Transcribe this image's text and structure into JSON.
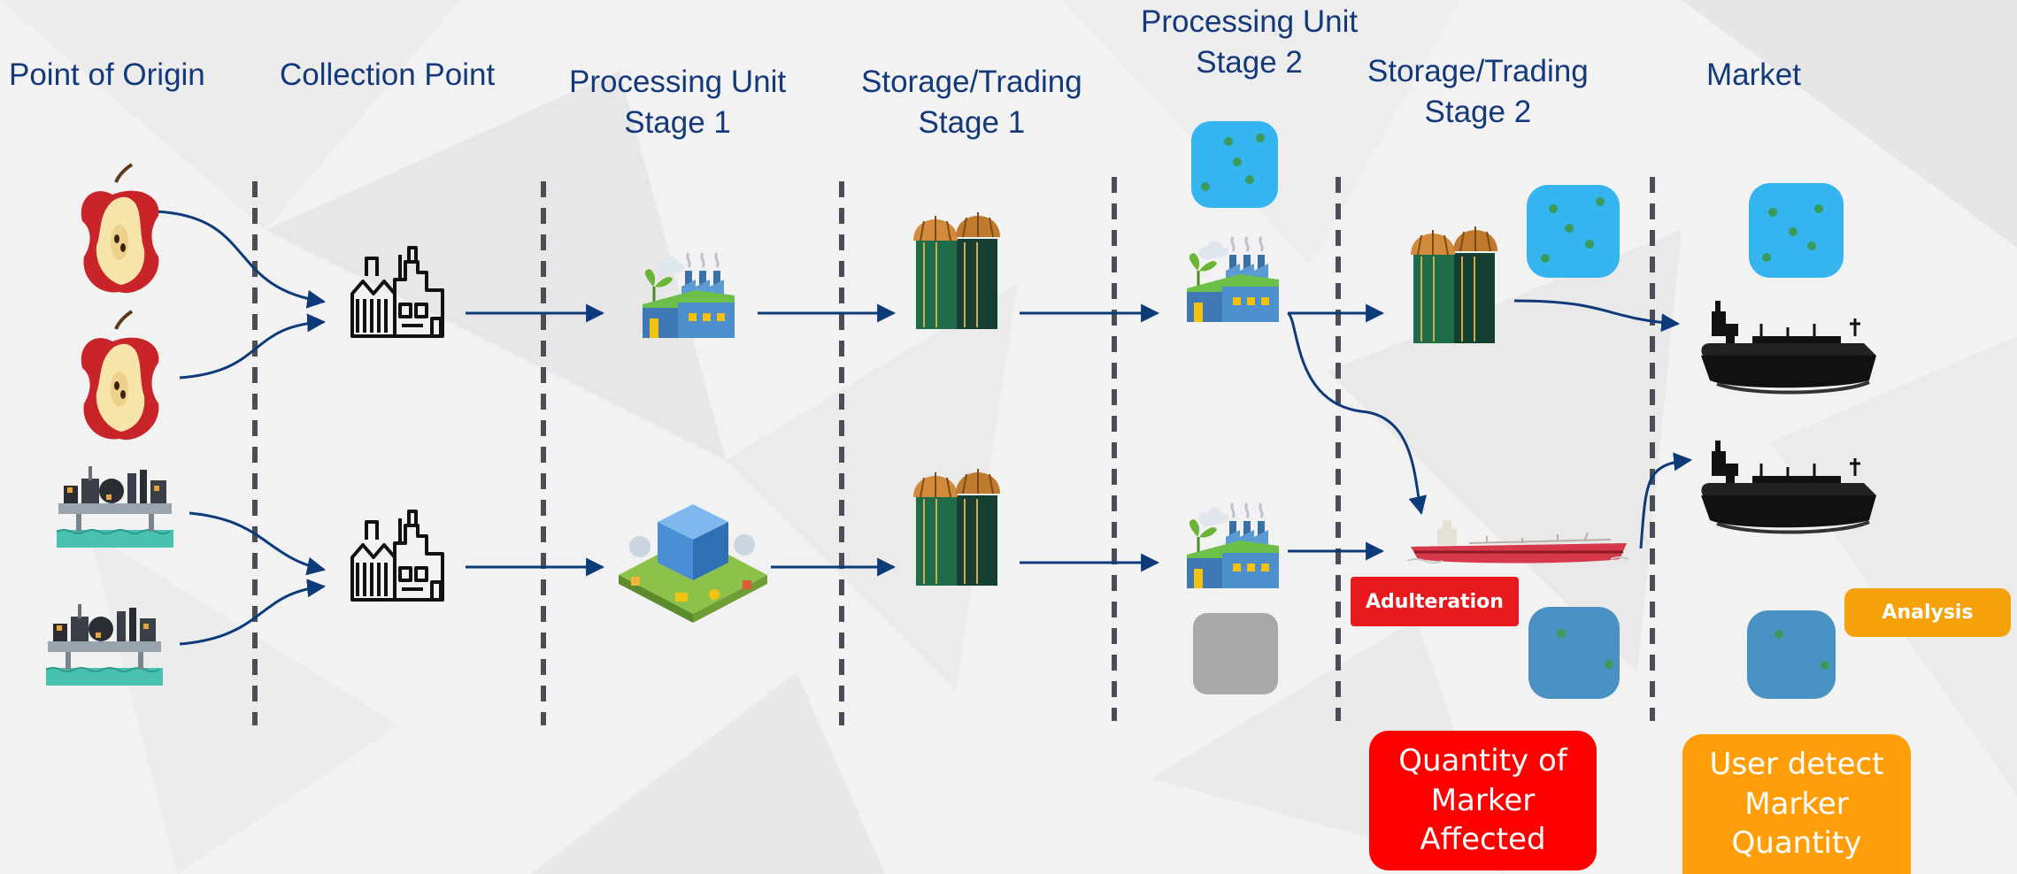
{
  "stages": [
    {
      "key": "origin",
      "line1": "Point of Origin",
      "line2": ""
    },
    {
      "key": "collection",
      "line1": "Collection Point",
      "line2": ""
    },
    {
      "key": "processing1",
      "line1": "Processing Unit",
      "line2": "Stage 1"
    },
    {
      "key": "storage1",
      "line1": "Storage/Trading",
      "line2": "Stage 1"
    },
    {
      "key": "processing2",
      "line1": "Processing Unit",
      "line2": "Stage 2"
    },
    {
      "key": "storage2",
      "line1": "Storage/Trading",
      "line2": "Stage 2"
    },
    {
      "key": "market",
      "line1": "Market",
      "line2": ""
    }
  ],
  "tags": {
    "adulteration": "Adulteration",
    "analysis": "Analysis"
  },
  "callouts": {
    "quantity_affected": {
      "line1": "Quantity of",
      "line2": "Marker",
      "line3": "Affected"
    },
    "user_detect": {
      "line1": "User detect",
      "line2": "Marker",
      "line3": "Quantity"
    }
  },
  "colors": {
    "title_text": "#13397a",
    "arrow": "#0d3b7a",
    "divider": "#4a4e57",
    "marker_box_bright": "#35b5f0",
    "marker_box_diluted": "#4a92c4",
    "marker_box_empty": "#a8a8a8",
    "marker_dot": "#3b9a5a",
    "adulteration_red": "#e8191c",
    "analysis_orange": "#f5a10a",
    "callout_red": "#ff0000",
    "callout_orange": "#ff9e08"
  }
}
